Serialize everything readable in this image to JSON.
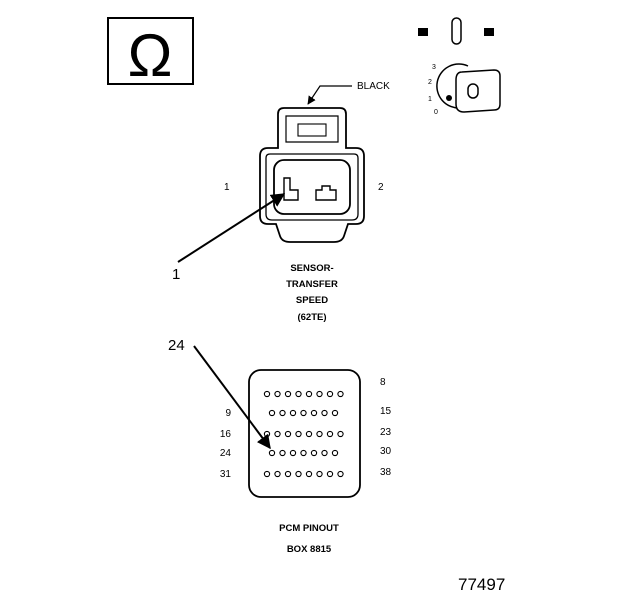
{
  "colors": {
    "line": "#000000",
    "background": "#ffffff"
  },
  "icons": {
    "ohm": "ohm-icon",
    "key": "ignition-key-icon"
  },
  "meter_symbol": "Ω",
  "ignition": {
    "positions": [
      "3",
      "2",
      "1",
      "0"
    ]
  },
  "sensor": {
    "wire_color": "BLACK",
    "pin_left": "1",
    "pin_right": "2",
    "callout": "1",
    "caption": [
      "SENSOR-",
      "TRANSFER",
      "SPEED",
      "(62TE)"
    ]
  },
  "pcm": {
    "callout": "24",
    "rows": [
      {
        "left": "",
        "right": "8",
        "pins": 8
      },
      {
        "left": "9",
        "right": "15",
        "pins": 7
      },
      {
        "left": "16",
        "right": "23",
        "pins": 8
      },
      {
        "left": "24",
        "right": "30",
        "pins": 7
      },
      {
        "left": "31",
        "right": "38",
        "pins": 8
      }
    ],
    "caption": [
      "PCM PINOUT",
      "BOX 8815"
    ]
  },
  "figure_number": "77497"
}
